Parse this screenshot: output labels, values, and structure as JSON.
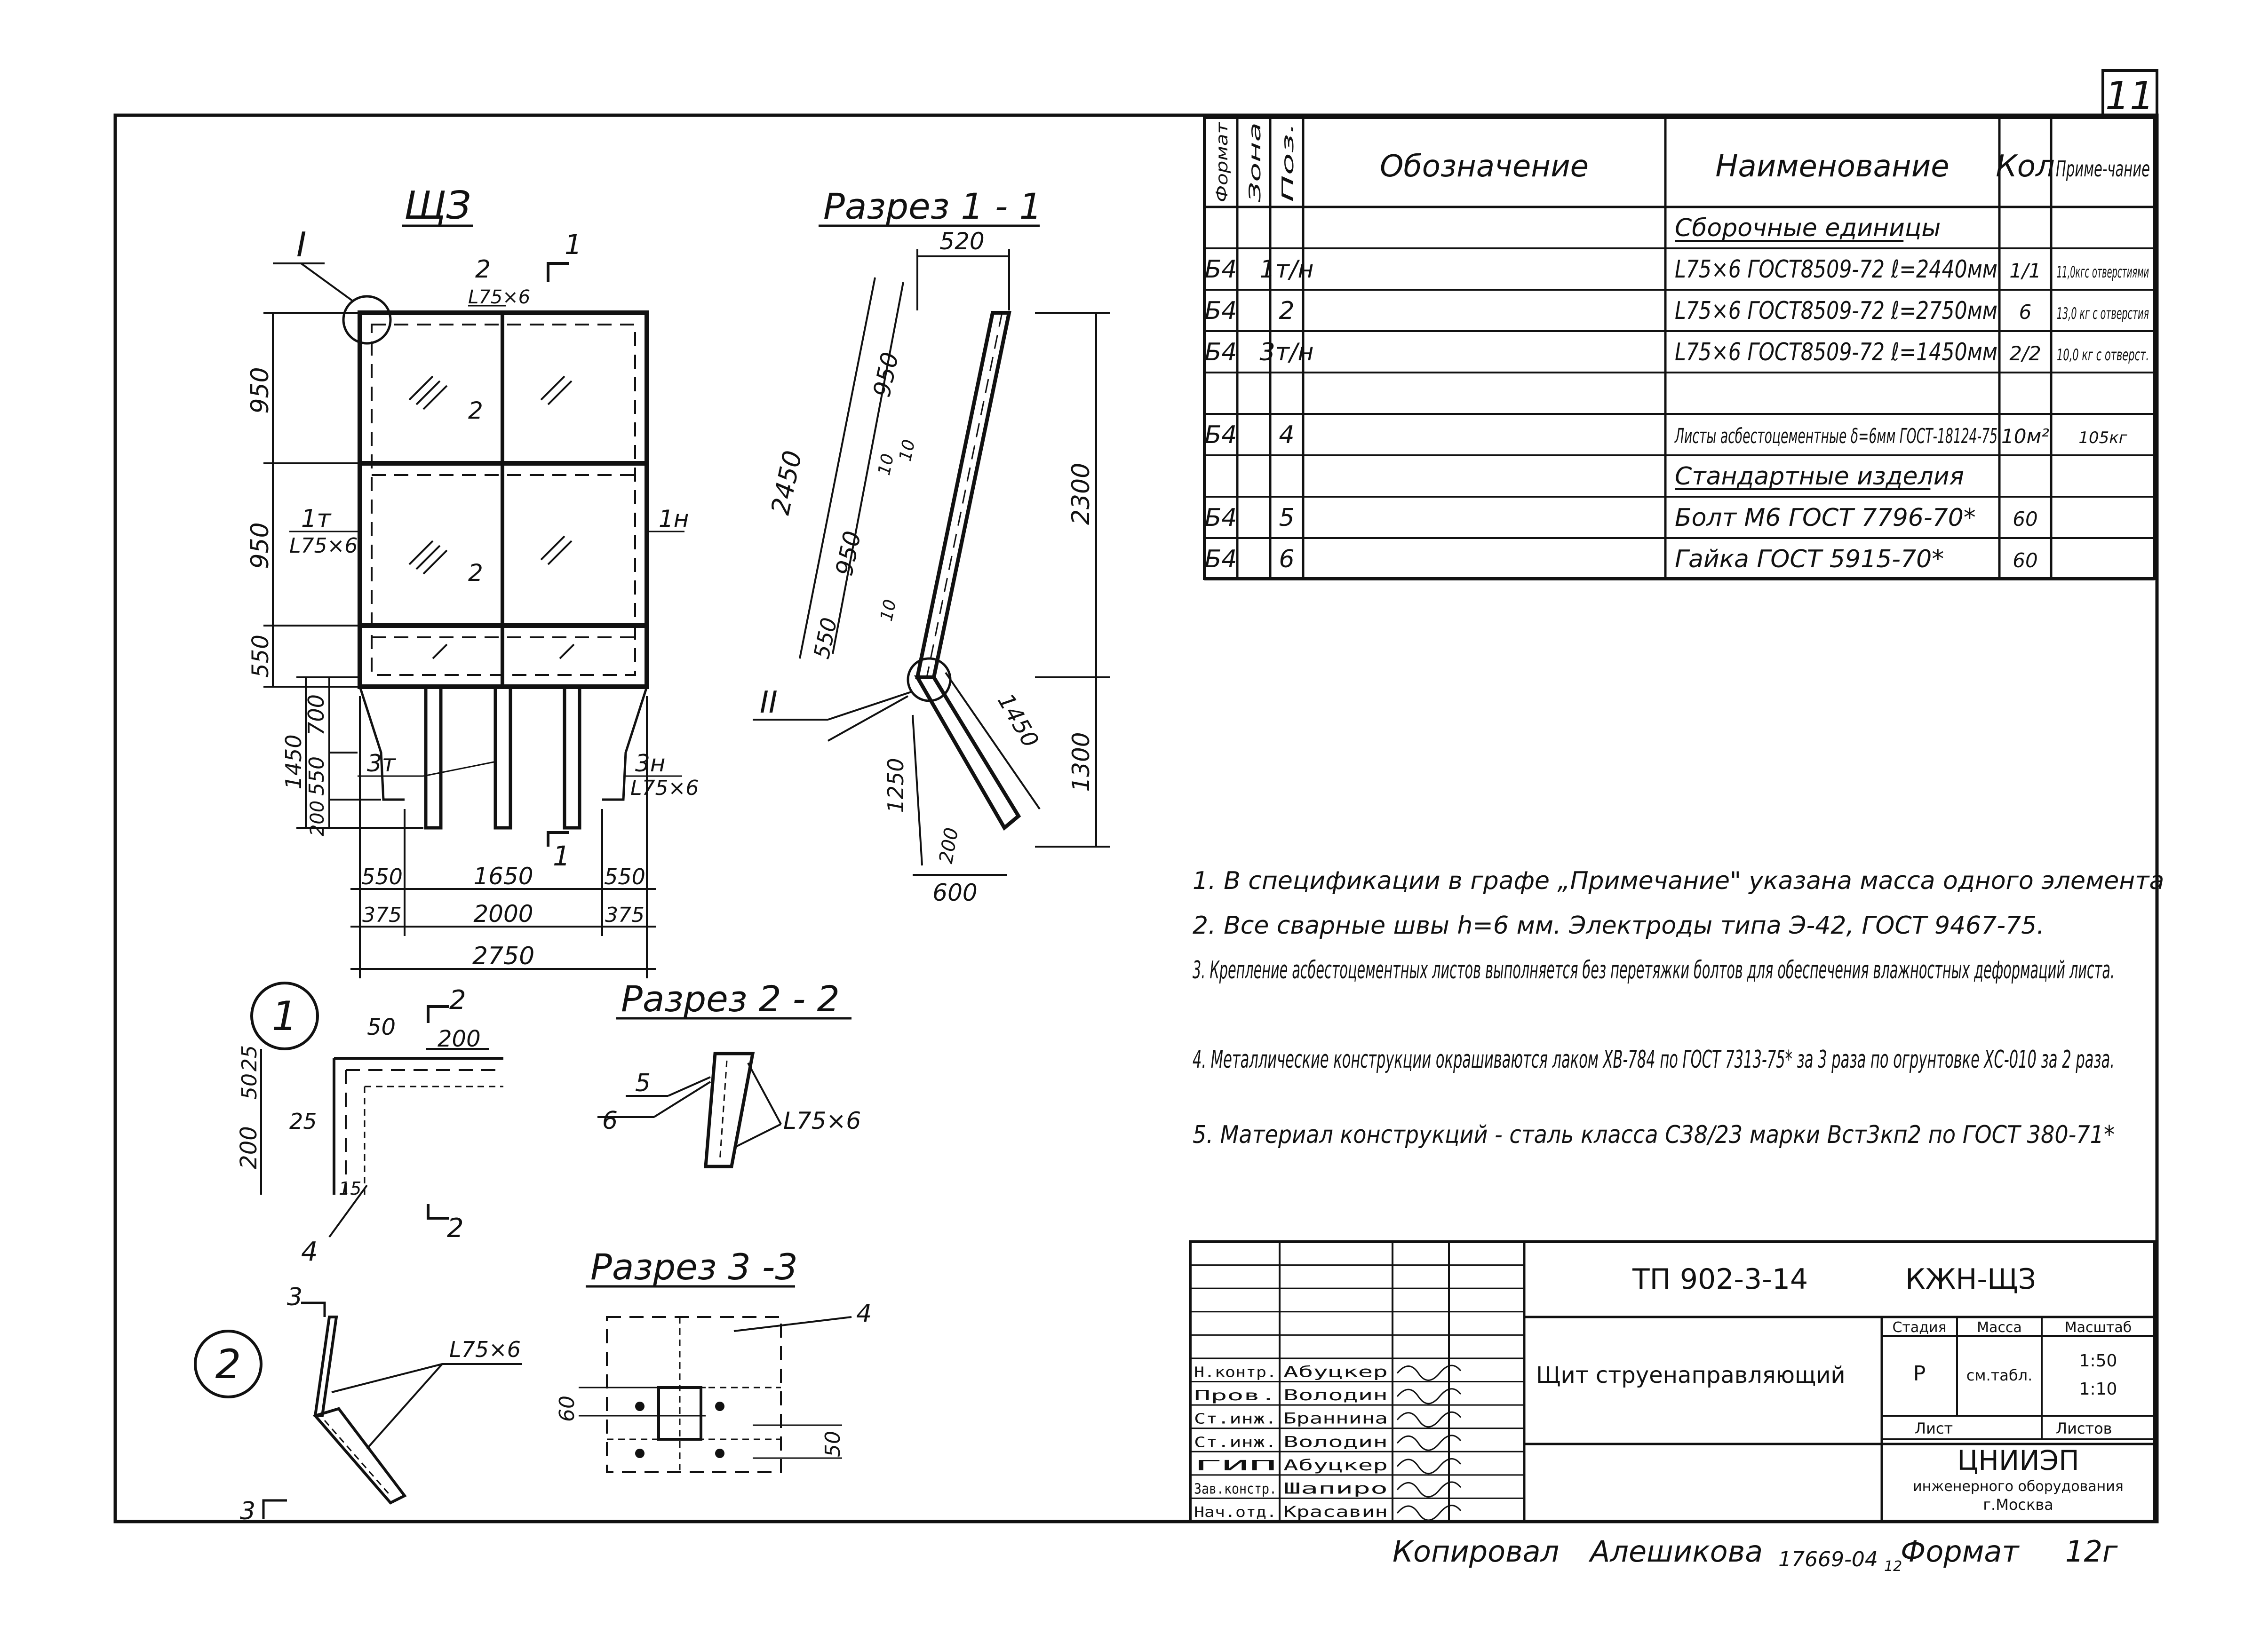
{
  "sheet_number": "11",
  "views": {
    "front_title": "ЩЗ",
    "section_1_title": "Разрез 1 - 1",
    "section_2_title": "Разрез 2 - 2",
    "section_3_title": "Разрез 3 -3",
    "detail_1": "1",
    "detail_2": "2",
    "callout_I": "I",
    "callout_II": "II"
  },
  "front_labels": {
    "cut_1_top": "1",
    "cut_1_bottom": "1",
    "pos2_top": "2",
    "pos2_top_profile": "L75×6",
    "pos2_mid": "2",
    "pos2_low": "2",
    "pos1t": "1т",
    "pos1t_profile": "L75×6",
    "pos1n": "1н",
    "pos3t": "3т",
    "pos3n": "3н",
    "pos3n_profile": "L75×6",
    "dim_950a": "950",
    "dim_950b": "950",
    "dim_550": "550",
    "dim_700": "700",
    "dim_1450": "1450",
    "dim_550b": "550",
    "dim_200": "200",
    "dim_550l": "550",
    "dim_1650": "1650",
    "dim_550r": "550",
    "dim_375l": "375",
    "dim_2000": "2000",
    "dim_375r": "375",
    "dim_2750": "2750"
  },
  "section1_labels": {
    "dim_520": "520",
    "dim_950a": "950",
    "dim_950b": "950",
    "dim_2450": "2450",
    "dim_10a": "10",
    "dim_10b": "10",
    "dim_550": "550",
    "dim_10c": "10",
    "dim_2300": "2300",
    "dim_1450": "1450",
    "dim_1250": "1250",
    "dim_1300": "1300",
    "dim_200": "200",
    "dim_600": "600"
  },
  "detail1_labels": {
    "cut_2_top": "2",
    "cut_2_bottom": "2",
    "dim_50": "50",
    "dim_200": "200",
    "dim_25a": "25",
    "dim_50b": "50",
    "dim_200v": "200",
    "dim_25b": "25",
    "dim_15": "15",
    "pos4": "4"
  },
  "section2_labels": {
    "pos5": "5",
    "pos6": "6",
    "profile": "L75×6"
  },
  "detail2_labels": {
    "cut_3_top": "3",
    "cut_3_bottom": "3",
    "profile": "L75×6"
  },
  "section3_labels": {
    "pos4": "4",
    "dim_60": "60",
    "dim_50": "50"
  },
  "spec_table": {
    "headers": [
      "Формат",
      "Зона",
      "Поз.",
      "Обозначение",
      "Наименование",
      "Кол",
      "Приме-чание"
    ],
    "rows": [
      {
        "fmt": "",
        "zone": "",
        "pos": "",
        "designation": "",
        "name": "Сборочные единицы",
        "qty": "",
        "note": ""
      },
      {
        "fmt": "Б4",
        "zone": "",
        "pos": "1т/н",
        "designation": "",
        "name": "L75×6 ГОСТ8509-72 ℓ=2440мм",
        "qty": "1/1",
        "note": "11,0кгс отверстиями"
      },
      {
        "fmt": "Б4",
        "zone": "",
        "pos": "2",
        "designation": "",
        "name": "L75×6 ГОСТ8509-72 ℓ=2750мм",
        "qty": "6",
        "note": "13,0 кг с отверстия"
      },
      {
        "fmt": "Б4",
        "zone": "",
        "pos": "3т/н",
        "designation": "",
        "name": "L75×6 ГОСТ8509-72 ℓ=1450мм",
        "qty": "2/2",
        "note": "10,0 кг с отверст."
      },
      {
        "fmt": "",
        "zone": "",
        "pos": "",
        "designation": "",
        "name": "",
        "qty": "",
        "note": ""
      },
      {
        "fmt": "Б4",
        "zone": "",
        "pos": "4",
        "designation": "",
        "name": "Листы асбестоцементные δ=6мм ГОСТ-18124-75",
        "qty": "10м²",
        "note": "105кг"
      },
      {
        "fmt": "",
        "zone": "",
        "pos": "",
        "designation": "",
        "name": "Стандартные изделия",
        "qty": "",
        "note": ""
      },
      {
        "fmt": "Б4",
        "zone": "",
        "pos": "5",
        "designation": "",
        "name": "Болт М6 ГОСТ 7796-70*",
        "qty": "60",
        "note": ""
      },
      {
        "fmt": "Б4",
        "zone": "",
        "pos": "6",
        "designation": "",
        "name": "Гайка ГОСТ 5915-70*",
        "qty": "60",
        "note": ""
      }
    ]
  },
  "notes": [
    "1. В спецификации в графе „Примечание\" указана масса одного элемента",
    "2. Все сварные швы h=6 мм. Электроды типа Э-42, ГОСТ 9467-75.",
    "3. Крепление асбестоцементных листов выполняется без перетяжки болтов для обеспечения влажностных деформаций листа.",
    "4. Металлические конструкции окрашиваются лаком ХВ-784 по ГОСТ 7313-75* за 3 раза по огрунтовке ХС-010 за 2 раза.",
    "5. Материал конструкций - сталь класса С38/23 марки Вст3кп2 по ГОСТ 380-71*"
  ],
  "title_block": {
    "doc_code": "ТП 902-3-14",
    "sheet_code": "КЖН-ЩЗ",
    "title": "Щит струенаправляющий",
    "stage_label": "Стадия",
    "mass_label": "Масса",
    "scale_label": "Масштаб",
    "stage": "Р",
    "mass": "см.табл.",
    "scale1": "1:50",
    "scale2": "1:10",
    "sheet_label": "Лист",
    "sheets_label": "Листов",
    "org_name": "ЦНИИЭП",
    "org_line2": "инженерного оборудования",
    "org_city": "г.Москва",
    "signers": [
      {
        "role": "Н.контр.",
        "name": "Абуцкер"
      },
      {
        "role": "Пров.",
        "name": "Володин"
      },
      {
        "role": "Ст.инж.",
        "name": "Браннина"
      },
      {
        "role": "Ст.инж.",
        "name": "Володин"
      },
      {
        "role": "ГИП",
        "name": "Абуцкер"
      },
      {
        "role": "Зав.констр.",
        "name": "Шапиро"
      },
      {
        "role": "Нач.отд.",
        "name": "Красавин"
      }
    ]
  },
  "footer": {
    "copied_label": "Копировал",
    "copier": "Алешикова",
    "doc_number": "17669-04",
    "sheet_index": "12",
    "format_label": "Формат",
    "format_value": "12г"
  }
}
